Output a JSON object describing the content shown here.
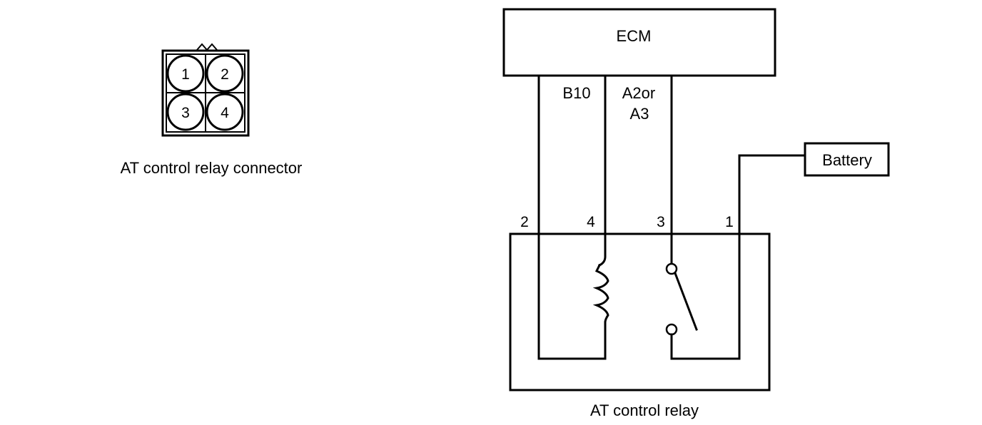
{
  "connector": {
    "caption": "AT control relay connector",
    "pins": [
      "1",
      "2",
      "3",
      "4"
    ]
  },
  "ecm": {
    "label": "ECM"
  },
  "battery": {
    "label": "Battery"
  },
  "wires": {
    "b10_label": "B10",
    "a2_label_line1": "A2or",
    "a2_label_line2": "A3"
  },
  "relay": {
    "caption": "AT control relay",
    "terminal_2": "2",
    "terminal_4": "4",
    "terminal_3": "3",
    "terminal_1": "1"
  }
}
